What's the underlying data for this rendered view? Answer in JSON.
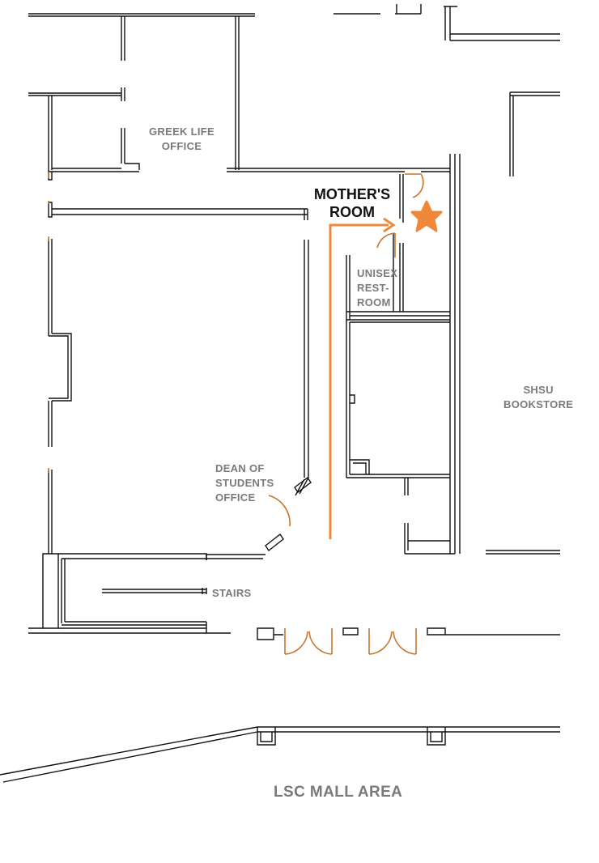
{
  "labels": {
    "greek_life": "GREEK LIFE\nOFFICE",
    "mothers_room": "MOTHER'S\nROOM",
    "unisex_restroom": "UNISEX\nREST-\nROOM",
    "shsu_bookstore": "SHSU\nBOOKSTORE",
    "dean_of_students": "DEAN OF\nSTUDENTS\nOFFICE",
    "stairs": "STAIRS",
    "lsc_mall": "LSC MALL AREA"
  },
  "icons": {
    "destination": "star-icon",
    "route": "route-arrow-icon"
  },
  "colors": {
    "route": "#f0883c",
    "star": "#f0883c",
    "door": "#c8752a",
    "label_gray": "#7a7a7a",
    "wall": "#111111"
  }
}
